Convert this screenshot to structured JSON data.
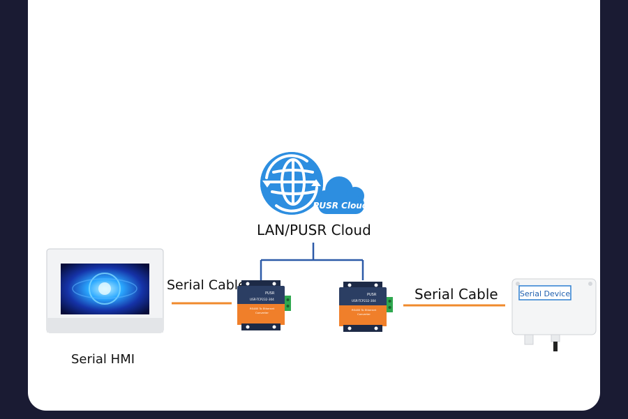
{
  "cloud": {
    "label": "LAN/PUSR Cloud",
    "logo_text": "PUSR Cloud",
    "icon": "globe-cloud-icon"
  },
  "devices": {
    "hmi_label": "Serial HMI",
    "serial_device_label": "Serial Device",
    "converter_brand": "PUSR",
    "converter_model": "USR-TCP232-304",
    "converter_desc_line1": "RS485 To Ethernet",
    "converter_desc_line2": "Converter"
  },
  "connections": {
    "left_cable": "Serial Cable",
    "right_cable": "Serial Cable"
  },
  "colors": {
    "background": "#1a1b33",
    "card": "#ffffff",
    "cloud_blue": "#2d8ee0",
    "lan_line": "#2c5aa8",
    "serial_line": "#f08a2c",
    "converter_body": "#2b3e63",
    "converter_orange": "#f07f2a"
  }
}
